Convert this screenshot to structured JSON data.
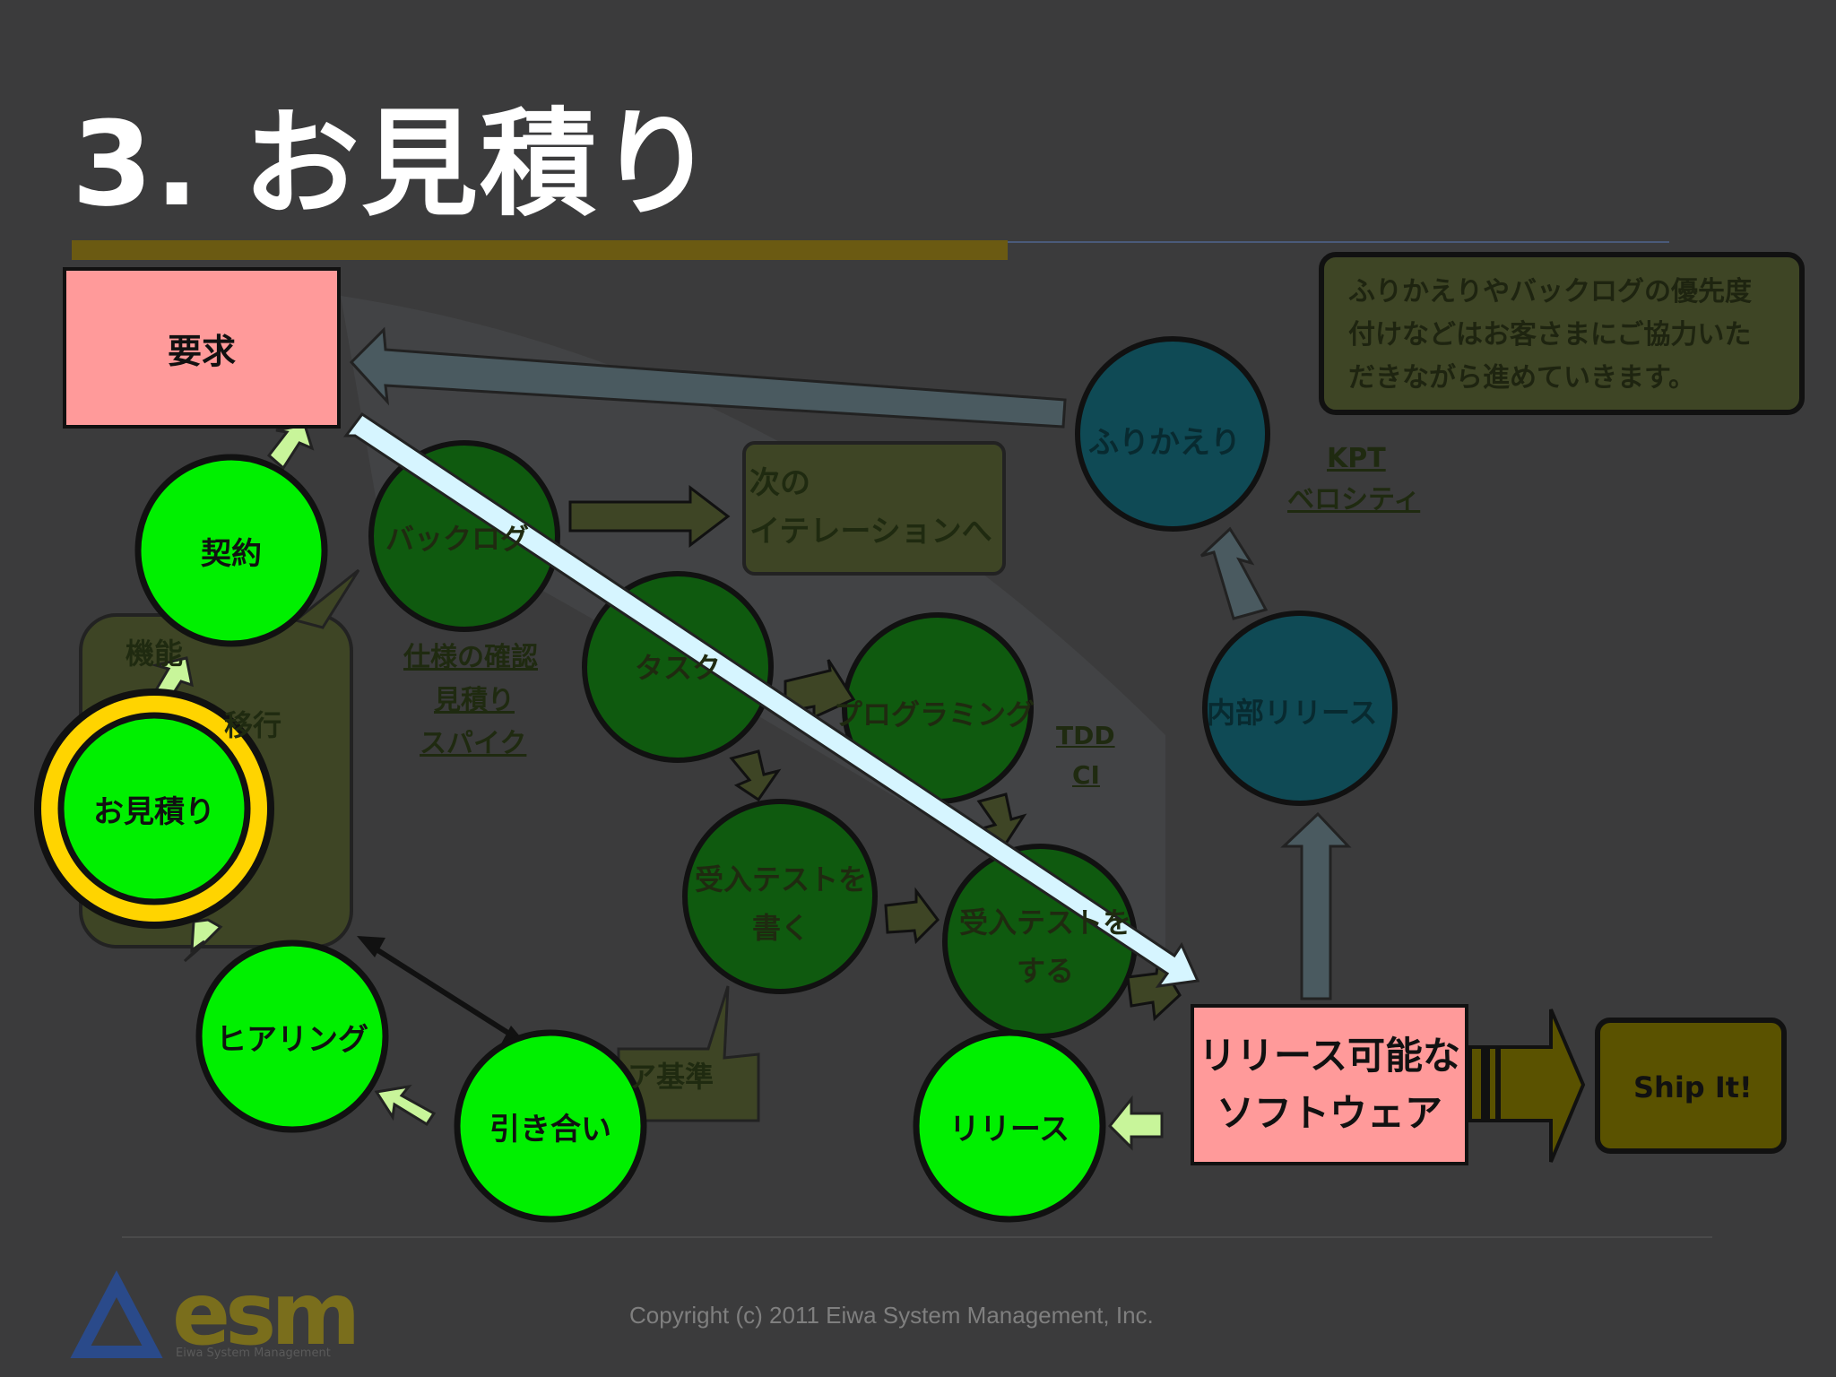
{
  "slide": {
    "title": "3. お見積り",
    "copyright": "Copyright (c) 2011 Eiwa System Management, Inc.",
    "logo_text": "esm",
    "logo_sub": "Eiwa System Management"
  },
  "highlight": {
    "request_box": "要求",
    "contract": "契約",
    "estimate": "お見積り",
    "hearing": "ヒアリング",
    "inquiry": "引き合い",
    "release": "リリース",
    "releasable_software": "リリース可能な\nソフトウェア"
  },
  "background": {
    "note": "ふりかえりやバックログの優先度\n付けなどはお客さまにご協力いた\nだきながら進めていきます。",
    "retrospective": "ふりかえり",
    "kpt": "KPT",
    "velocity": "ベロシティ",
    "backlog": "バックログ",
    "next_iteration": "次の\nイテレーションへ",
    "spec_check": "仕様の確認",
    "estimate_check": "見積り",
    "spike": "スパイク",
    "task": "タスク",
    "programming": "プログラミング",
    "tdd": "TDD",
    "ci": "CI",
    "write_acceptance": "受入テストを\n書く",
    "run_acceptance": "受入テストを\nする",
    "internal_release": "内部リリース",
    "features": "機能",
    "migration": "移行",
    "acceptance_criteria": "ア基準",
    "ship_it": "Ship It!"
  },
  "colors": {
    "background": "#3b3b3c",
    "highlight_green": "#00f000",
    "request_pink": "#ff9a9a",
    "focus_ring": "#ffd400",
    "dim_green": "#0f5a0f",
    "dim_teal": "#0f4a55",
    "arrow_light_blue": "#d6f5ff"
  }
}
